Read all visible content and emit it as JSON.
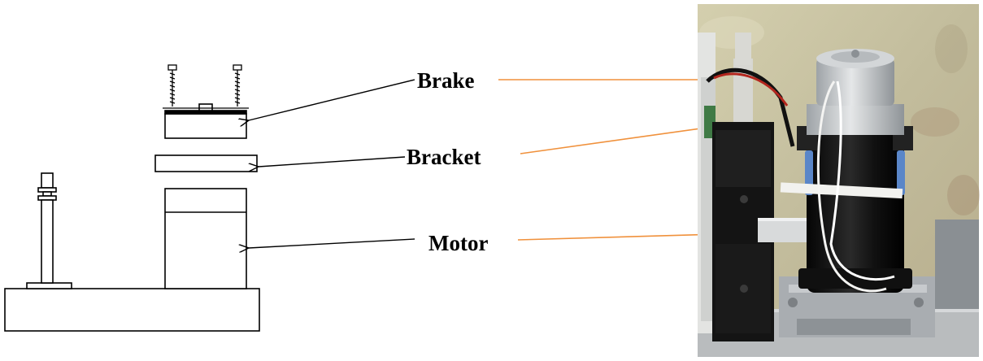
{
  "labels": {
    "brake": "Brake",
    "bracket": "Bracket",
    "motor": "Motor"
  },
  "colors": {
    "line": "#000000",
    "leader": "#f0913c",
    "background": "#ffffff",
    "photo_wall": "#c9c3a6",
    "photo_base": "#b9bcbe",
    "motor_body": "#141414",
    "brake_cap": "#c8cbcd",
    "gearbox": "#a9adb1"
  }
}
